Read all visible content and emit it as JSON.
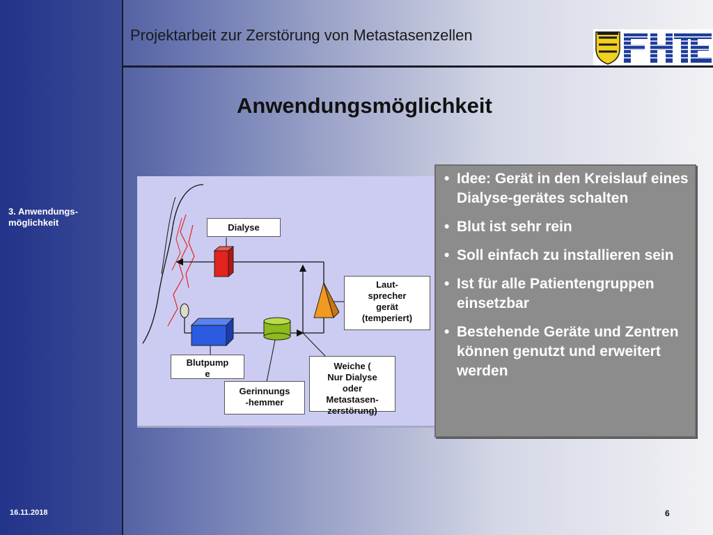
{
  "header": {
    "title": "Projektarbeit zur Zerstörung von Metastasenzellen"
  },
  "slide": {
    "title": "Anwendungsmöglichkeit"
  },
  "sidebar": {
    "section_label": "3. Anwendungs-\nmöglichkeit"
  },
  "logo": {
    "text": "FHTE"
  },
  "diagram": {
    "labels": {
      "dialyse": "Dialyse",
      "lautsprecher": "Laut-\nsprecher\ngerät\n(temperiert)",
      "blutpumpe": "Blutpump\ne",
      "gerinnung": "Gerinnungs\n-hemmer",
      "weiche": "Weiche (\nNur Dialyse\noder\nMetastasen-\nzerstörung)"
    },
    "colors": {
      "dialyse": "#e3231d",
      "blutpumpe": "#2a5be0",
      "gerinnung": "#8dbb1b",
      "lautsprecher": "#f29a1f"
    }
  },
  "bullets": [
    "Idee:  Gerät in den Kreislauf eines Dialyse-gerätes schalten",
    "Blut ist sehr rein",
    "Soll einfach zu installieren sein",
    "Ist für alle Patientengruppen einsetzbar",
    "Bestehende Geräte und Zentren können genutzt und erweitert werden"
  ],
  "footer": {
    "date": "16.11.2018",
    "page": "6"
  }
}
